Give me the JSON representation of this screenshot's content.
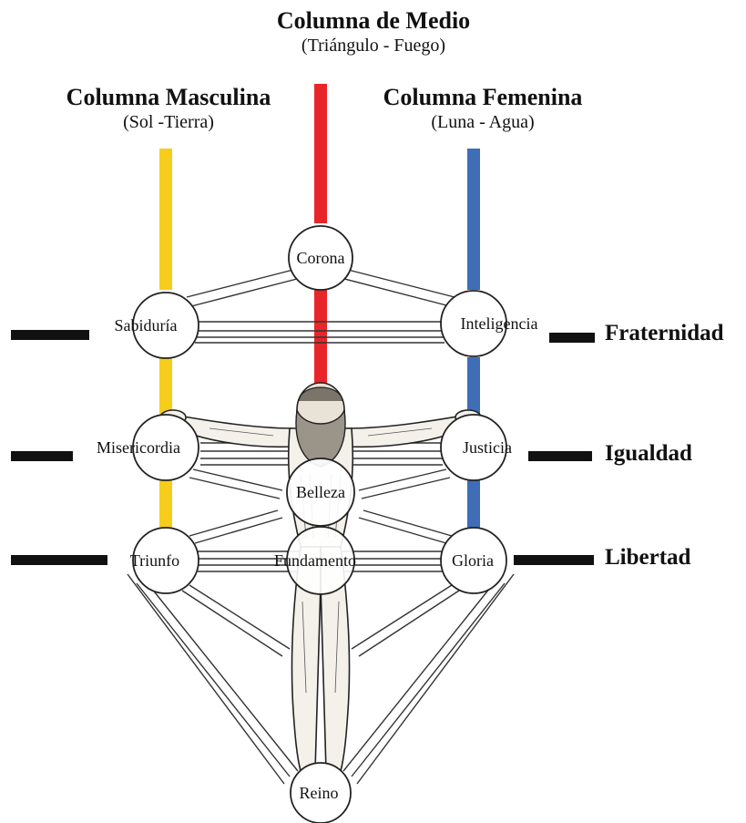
{
  "columns": {
    "middle": {
      "title": "Columna de Medio",
      "subtitle": "(Triángulo - Fuego)",
      "color": "#e8262a"
    },
    "masculine": {
      "title": "Columna Masculina",
      "subtitle": "(Sol -Tierra)",
      "color": "#f6cd1a"
    },
    "feminine": {
      "title": "Columna Femenina",
      "subtitle": "(Luna - Agua)",
      "color": "#3f6db6"
    }
  },
  "sephirot": {
    "corona": "Corona",
    "sabiduria": "Sabiduría",
    "inteligencia": "Inteligencia",
    "misericordia": "Misericordia",
    "justicia": "Justicia",
    "belleza": "Belleza",
    "triunfo": "Triunfo",
    "fundamento": "Fundamento",
    "gloria": "Gloria",
    "reino": "Reino"
  },
  "virtues": {
    "fraternidad": "Fraternidad",
    "igualdad": "Igualdad",
    "libertad": "Libertad"
  }
}
